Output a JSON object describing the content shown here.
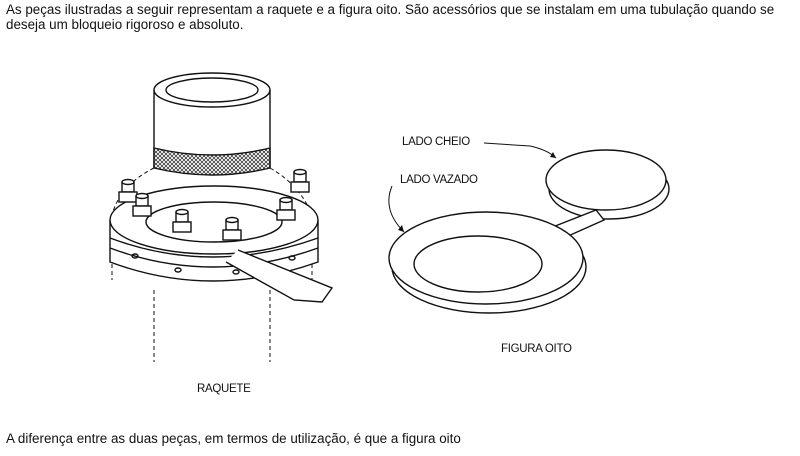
{
  "intro": "As peças ilustradas a seguir representam a raquete e a figura oito. São acessórios que se instalam em uma tubulação quando se deseja um bloqueio rigoroso e absoluto.",
  "labels": {
    "raquete": "RAQUETE",
    "lado_cheio": "LADO CHEIO",
    "lado_vazado": "LADO VAZADO",
    "figura_oito": "FIGURA OITO"
  },
  "question": "A diferença entre as duas peças, em termos de utilização, é que a figura oito"
}
